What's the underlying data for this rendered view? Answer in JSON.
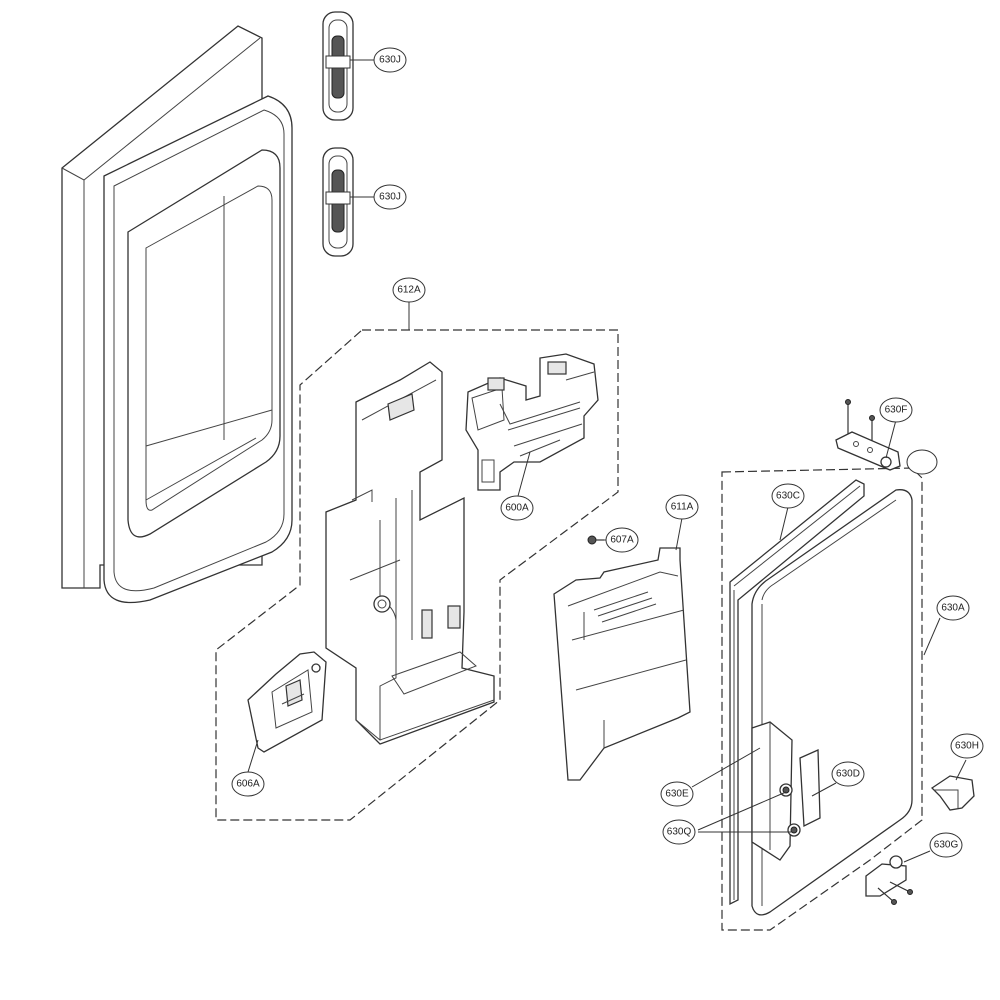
{
  "labels": {
    "l630j_top": "630J",
    "l630j_bottom": "630J",
    "l612a": "612A",
    "l600a": "600A",
    "l607a": "607A",
    "l611a": "611A",
    "l606a": "606A",
    "l630f": "630F",
    "l630c": "630C",
    "l630a": "630A",
    "l630h": "630H",
    "l630d": "630D",
    "l630e": "630E",
    "l630q": "630Q",
    "l630g": "630G"
  }
}
